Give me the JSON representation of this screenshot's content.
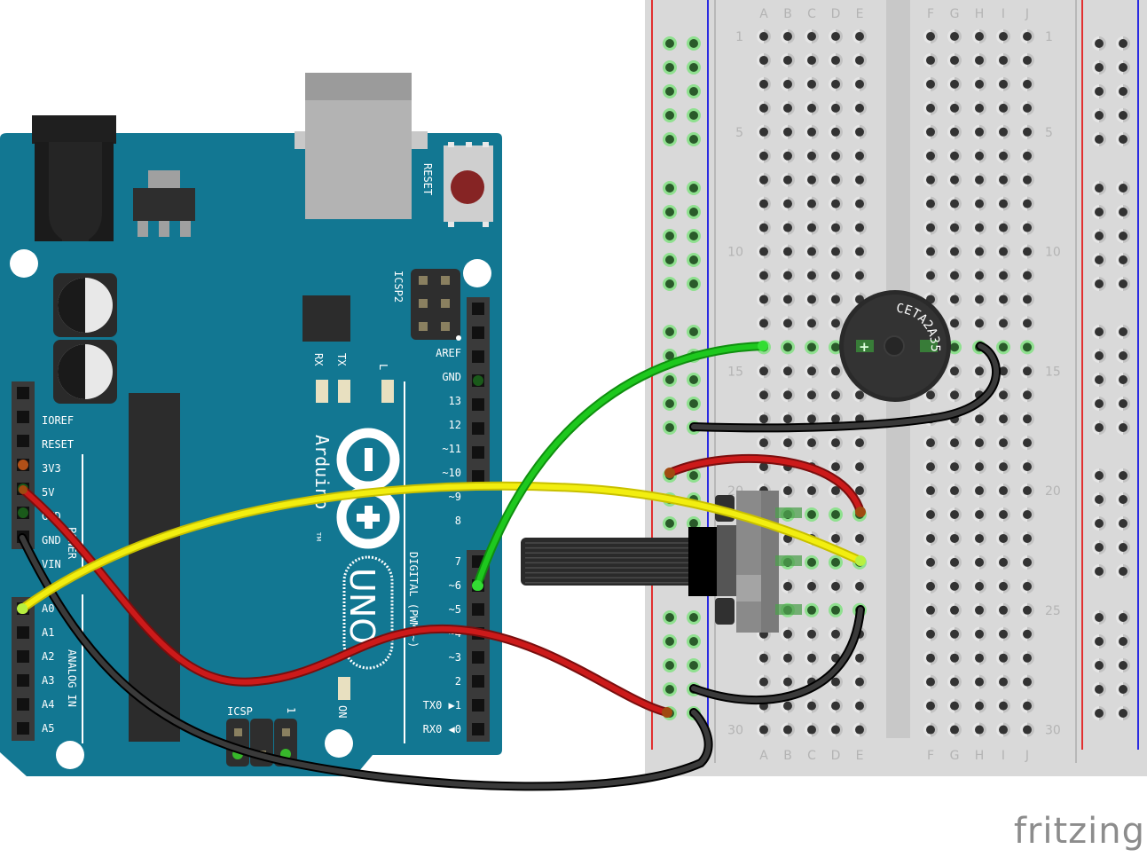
{
  "logo": "fritzing",
  "arduino": {
    "board_name": "Arduino",
    "trademark": "TM",
    "model": "UNO",
    "reset_label": "RESET",
    "icsp2_label": "ICSP2",
    "icsp_label": "ICSP",
    "icsp_pin1": "1",
    "on_label": "ON",
    "rx_label": "RX",
    "tx_label": "TX",
    "l_label": "L",
    "power_section": "POWER",
    "analog_section": "ANALOG IN",
    "digital_section": "DIGITAL (PWM=~)",
    "power_pins": [
      "IOREF",
      "RESET",
      "3V3",
      "5V",
      "GND",
      "GND",
      "VIN"
    ],
    "analog_pins": [
      "A0",
      "A1",
      "A2",
      "A3",
      "A4",
      "A5"
    ],
    "digital_pins_high": [
      "AREF",
      "GND",
      "13",
      "12",
      "~11",
      "~10",
      "~9",
      "8"
    ],
    "digital_pins_low": [
      "7",
      "~6",
      "~5",
      "~4",
      "~3",
      "2",
      "TX0 ▶1",
      "RX0 ◀0"
    ]
  },
  "breadboard": {
    "columns_left": [
      "A",
      "B",
      "C",
      "D",
      "E"
    ],
    "columns_right": [
      "F",
      "G",
      "H",
      "I",
      "J"
    ],
    "row_numbers": [
      "1",
      "5",
      "10",
      "15",
      "20",
      "25",
      "30"
    ],
    "rows": 30
  },
  "buzzer": {
    "label": "CETA2A35",
    "plus_symbol": "+"
  },
  "wires": [
    {
      "name": "5v-wire",
      "color": "#cc1a1a",
      "from": "5V",
      "to": "breadboard + rail"
    },
    {
      "name": "gnd-wire",
      "color": "#222222",
      "from": "GND",
      "to": "breadboard - rail"
    },
    {
      "name": "a0-wire",
      "color": "#f2ee10",
      "from": "A0",
      "to": "potentiometer wiper"
    },
    {
      "name": "d6-wire",
      "color": "#1ec81e",
      "from": "~6",
      "to": "buzzer +"
    }
  ],
  "colors": {
    "board": "#127792",
    "breadboard": "#d9d9d9",
    "rail_red": "#e23030",
    "rail_blue": "#2a2ae0"
  }
}
